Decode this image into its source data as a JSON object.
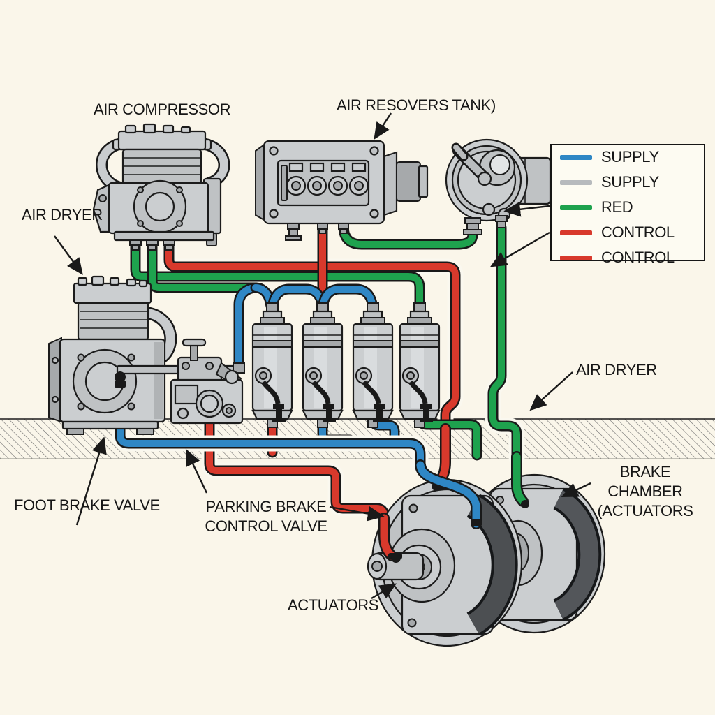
{
  "background": "#faf6ea",
  "colors": {
    "supply_blue": "#2f87c5",
    "supply_gray": "#b7babd",
    "green": "#1ea24e",
    "control_red": "#d8392c"
  },
  "labels": {
    "air_compressor": "AIR COMPRESSOR",
    "air_reservoir_tank": "AIR RESOVERS TANK)",
    "air_dryer_left": "AIR DRYER",
    "air_dryer_right": "AIR DRYER",
    "foot_brake_valve": "FOOT BRAKE VALVE",
    "parking_brake_line1": "PARKING BRAKE",
    "parking_brake_line2": "CONTROL VALVE",
    "brake_chamber_line1": "BRAKE CHAMBER",
    "brake_chamber_line2": "(ACTUATORS",
    "actuators": "ACTUATORS"
  },
  "legend": {
    "items": [
      {
        "label": "SUPPLY",
        "color": "#2f87c5"
      },
      {
        "label": "SUPPLY",
        "color": "#b7babd"
      },
      {
        "label": "RED",
        "color": "#1ea24e"
      },
      {
        "label": "CONTROL",
        "color": "#d8392c"
      },
      {
        "label": "CONTROL",
        "color": "#d8392c"
      }
    ]
  }
}
